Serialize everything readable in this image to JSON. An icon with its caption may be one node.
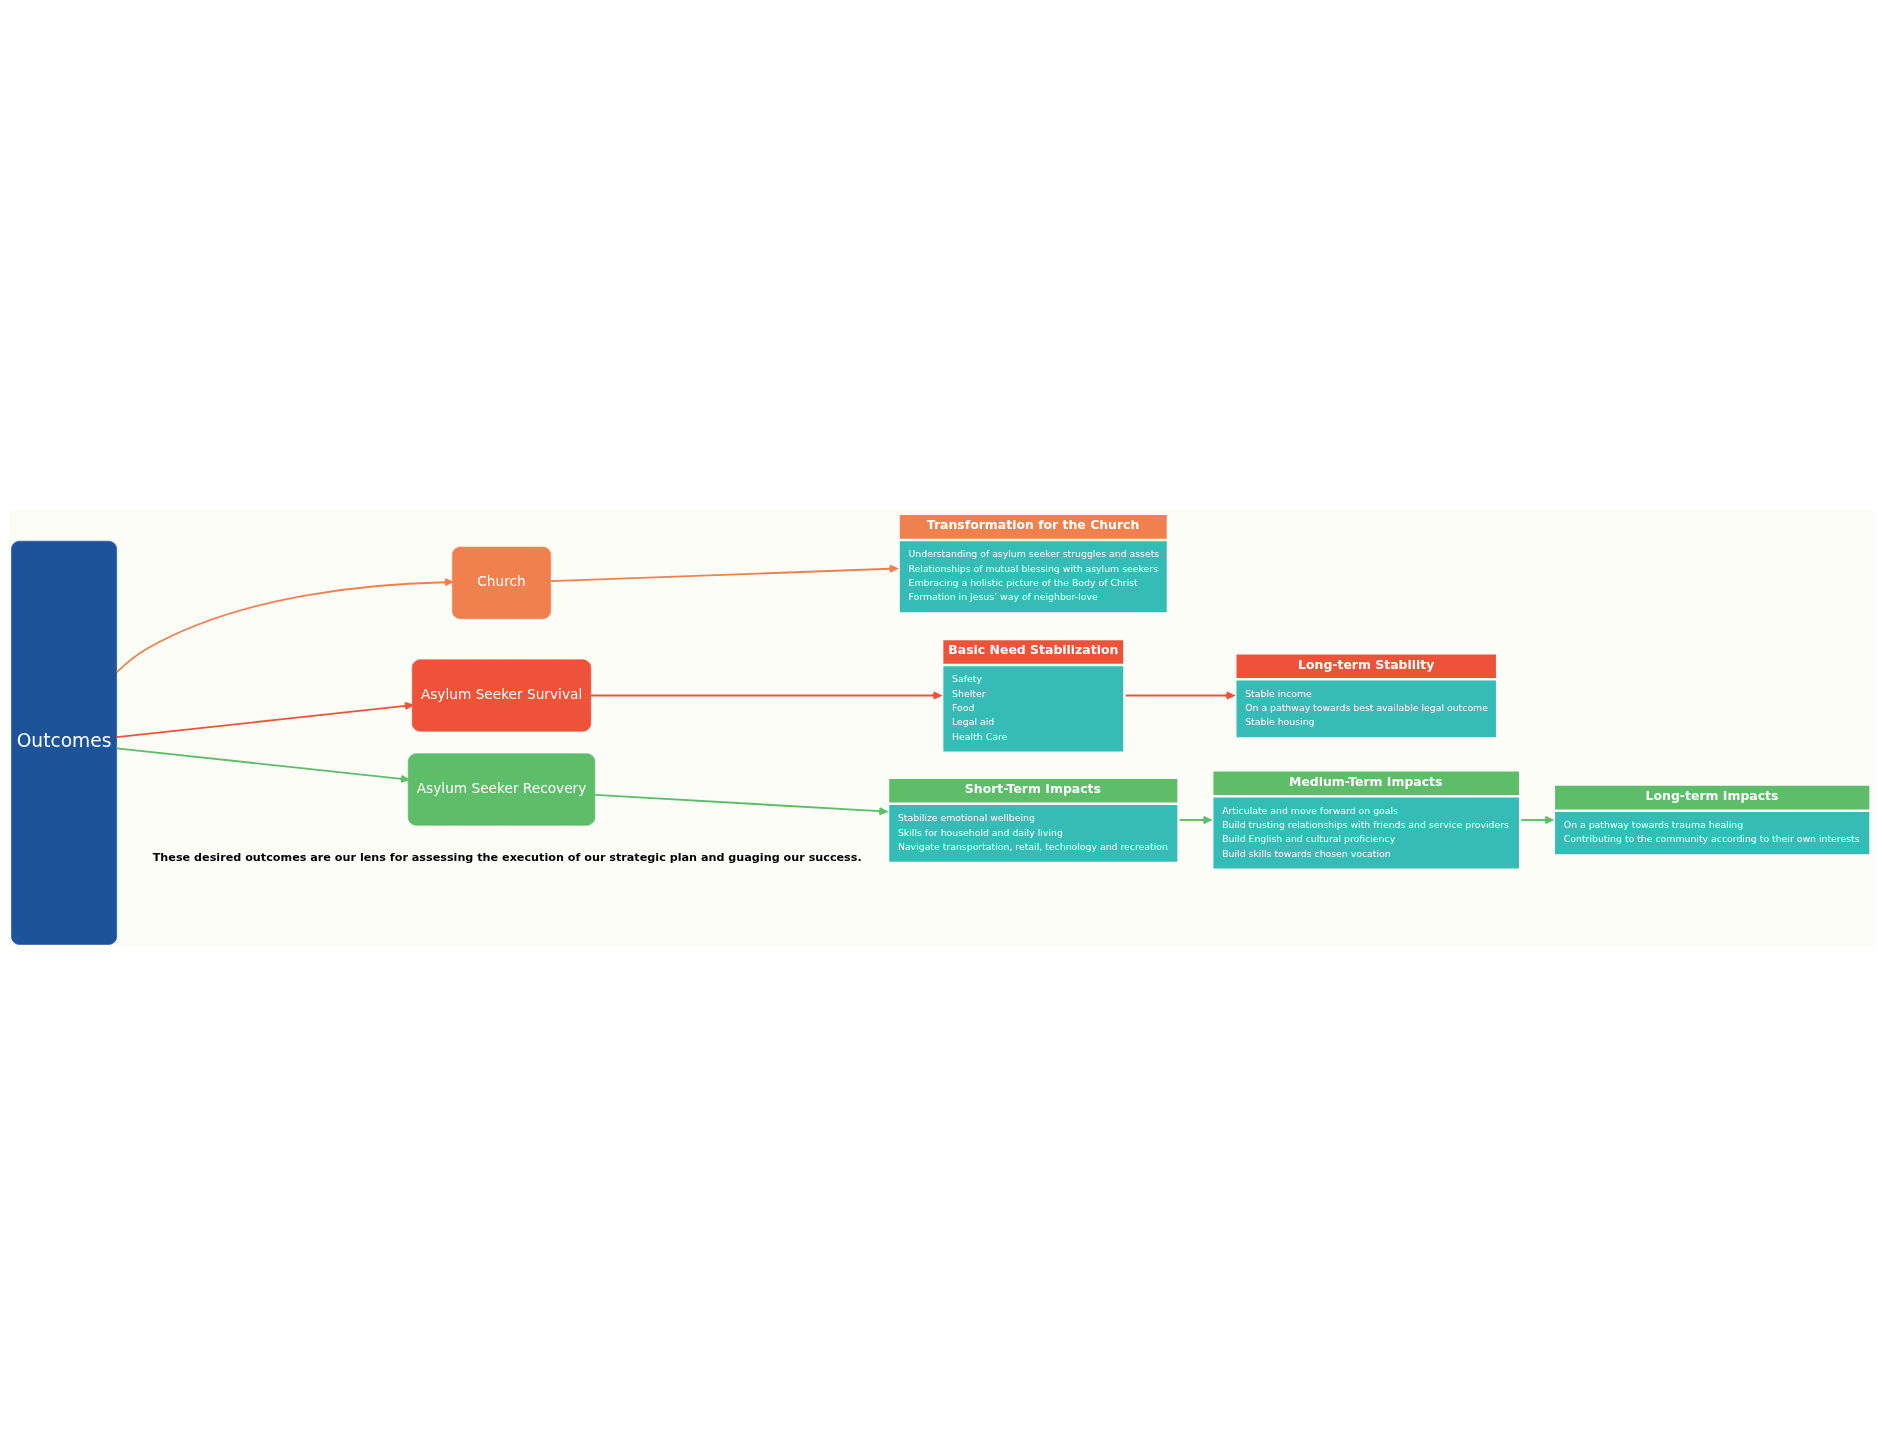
{
  "diagram": {
    "nodes": [
      {
        "text": [
          "Outcomes"
        ]
      },
      {
        "text": [
          "Church"
        ]
      },
      {
        "text": [
          "Transformation for the Church",
          "Understanding of asylum seeker struggles and assets",
          "Relationships of mutual blessing with asylum seekers",
          "Embracing a holistic picture of the Body of Christ",
          "Formation in Jesus’ way of neighbor-love"
        ]
      },
      {
        "text": [
          "Asylum Seeker Survival"
        ]
      },
      {
        "text": [
          "Basic Need Stabilization",
          "Safety",
          "Shelter",
          "Food",
          "Legal aid",
          "Health Care"
        ]
      },
      {
        "text": [
          "Long-term Stability",
          "Stable income",
          "On a pathway towards best available legal outcome",
          "Stable housing"
        ]
      },
      {
        "text": [
          "Asylum Seeker Recovery"
        ]
      },
      {
        "text": [
          "Short-Term Impacts",
          "Stabilize emotional wellbeing",
          "Skills for household and daily living",
          "Navigate transportation, retail, technology and recreation"
        ]
      },
      {
        "text": [
          "Long-term Impacts",
          "On a pathway towards trauma healing",
          "Contributing to the community according to their own interests"
        ]
      },
      {
        "text": [
          "Medium-Term Impacts",
          "Articulate and move forward on goals",
          "Build trusting relationships with friends and service providers",
          "Build English and cultural proficiency",
          "Build skills towards chosen vocation"
        ]
      }
    ],
    "edges": [
      {
        "from": 0,
        "to": 1,
        "arrow": "to",
        "color": "#f0804e"
      },
      {
        "from": 1,
        "to": 2,
        "arrow": "to",
        "color": "#f0804e"
      },
      {
        "from": 0,
        "to": 3,
        "arrow": "to",
        "color": "#ee5238"
      },
      {
        "from": 3,
        "to": 4,
        "arrow": "to",
        "color": "#ee5238"
      },
      {
        "from": 4,
        "to": 5,
        "arrow": "to",
        "color": "#ee5238"
      },
      {
        "from": 0,
        "to": 6,
        "arrow": "to",
        "color": "#5ebd68"
      },
      {
        "from": 6,
        "to": 7,
        "arrow": "to",
        "color": "#5ebd68"
      },
      {
        "from": 7,
        "to": 9,
        "arrow": "to",
        "color": "#5ebd68"
      },
      {
        "from": 9,
        "to": 8,
        "arrow": "to",
        "color": "#5ebd68"
      }
    ],
    "labels": [
      "These desired outcomes are our lens for assessing the execution of our strategic plan and guaging our success."
    ]
  }
}
